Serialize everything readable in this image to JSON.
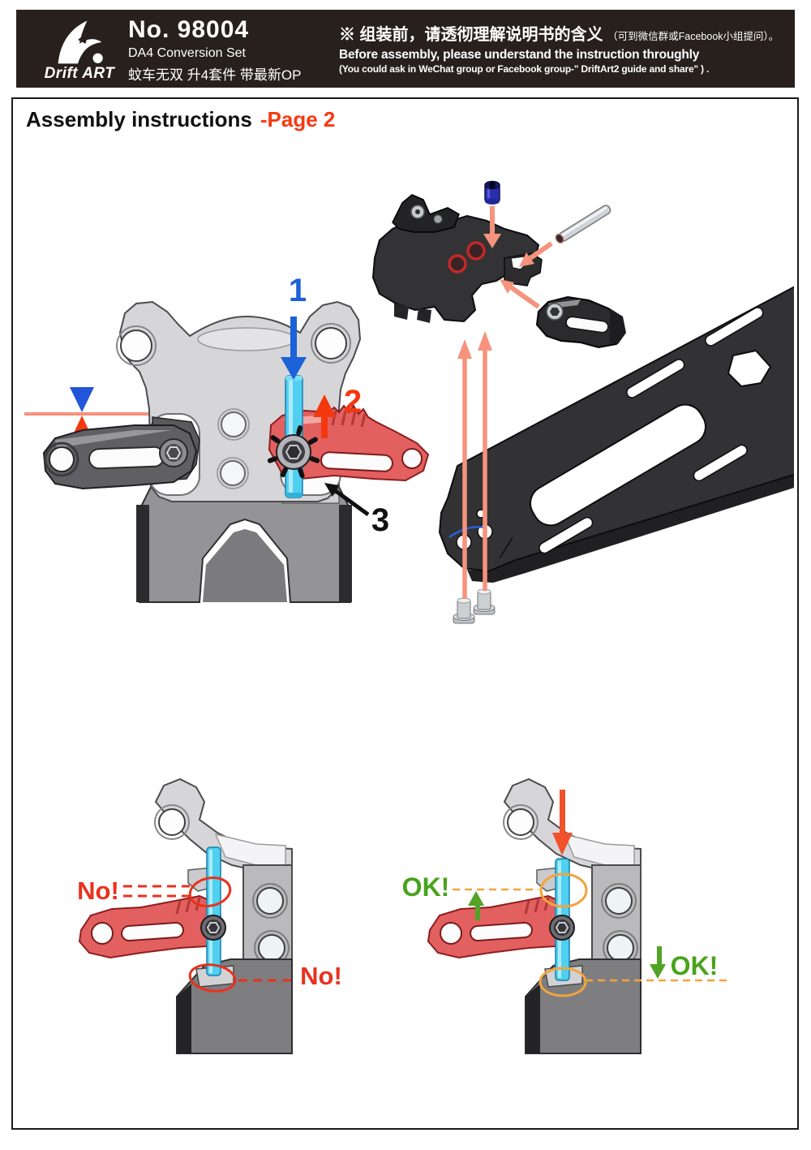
{
  "header": {
    "brand": "Drift ART",
    "product_no": "No. 98004",
    "product_name_en": "DA4 Conversion Set",
    "product_name_cn": "蚊车无双 升4套件 带最新OP",
    "notice_cn_main": "※ 组装前，请透彻理解说明书的含义",
    "notice_cn_sub": "（可到微信群或Facebook小组提问）。",
    "notice_en_main": "Before assembly, please understand the instruction throughly",
    "notice_en_sub": "(You could ask in WeChat group or Facebook group-\" DriftArt2 guide and share\" ) ."
  },
  "sheet": {
    "title": "Assembly instructions",
    "page_label": "-Page 2"
  },
  "figures": {
    "steps": {
      "step1": "1",
      "step2": "2",
      "step3": "3"
    },
    "wrong": {
      "label_top": "No!",
      "label_bottom": "No!"
    },
    "correct": {
      "label_left": "OK!",
      "label_right": "OK!"
    }
  },
  "colors": {
    "step1_blue": "#1b62d8",
    "step2_red": "#f4380e",
    "wrong_red": "#e8321e",
    "ok_green": "#4aa21d",
    "guide_orange": "#f2a43c",
    "assembly_arrow_salmon": "#f6937d",
    "post_cyan": "#4fd0f0",
    "header_bg": "#27201c"
  }
}
